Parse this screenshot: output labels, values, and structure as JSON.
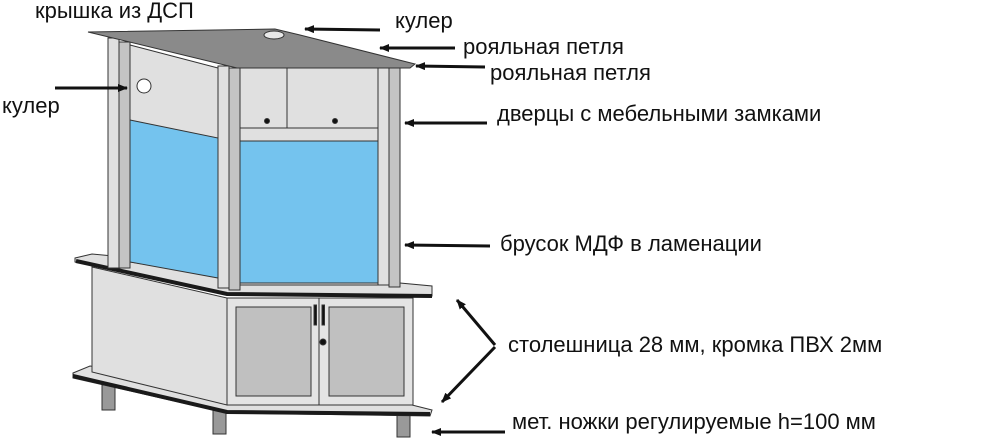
{
  "labels": {
    "lid": "крышка из ДСП",
    "cooler_top": "кулер",
    "hinge_1": "рояльная петля",
    "hinge_2": "рояльная петля",
    "cooler_left": "кулер",
    "doors": "дверцы с мебельными замками",
    "bar": "брусок МДФ в ламенации",
    "tabletop": "столешница 28 мм, кромка ПВХ 2мм",
    "legs": "мет. ножки регулируемые h=100 мм"
  },
  "colors": {
    "panel": "#e0e0e0",
    "post": "#c4c4c4",
    "glass": "#74c3ee",
    "lid": "#8a8a8a",
    "door_panel": "#c0c0c0",
    "edge": "#1a1a1a"
  }
}
